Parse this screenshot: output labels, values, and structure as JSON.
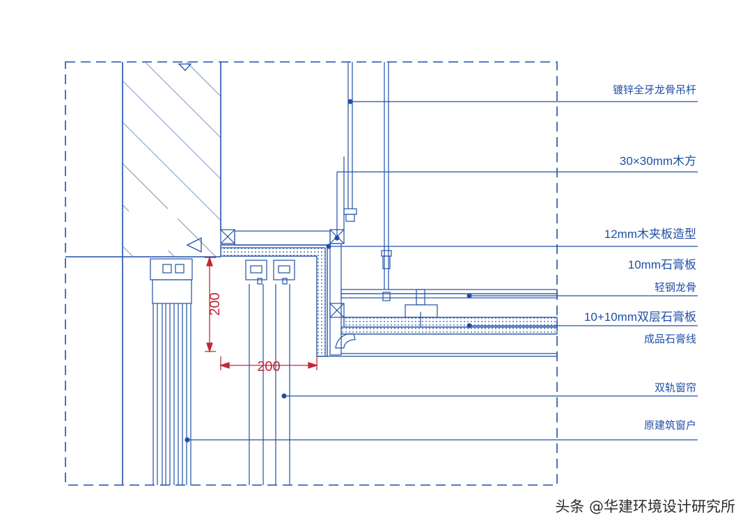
{
  "labels": {
    "rod": "镀锌全牙龙骨吊杆",
    "batten": "30×30mm木方",
    "plywood": "12mm木夹板造型",
    "gypsum10": "10mm石膏板",
    "keel": "轻钢龙骨",
    "double_gypsum": "10+10mm双层石膏板",
    "cornice": "成品石膏线",
    "curtain": "双轨窗帘",
    "window": "原建筑窗户"
  },
  "dimensions": {
    "vertical": "200",
    "horizontal": "200"
  },
  "watermark": "头条 @华建环境设计研究所",
  "colors": {
    "line": "#1f4fa8",
    "dimension": "#c0283a",
    "watermark": "#2b2b2b"
  }
}
